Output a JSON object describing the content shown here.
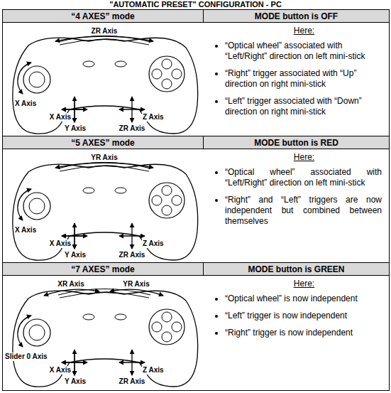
{
  "diagram": {
    "title": "\"AUTOMATIC PRESET\" CONFIGURATION - PC",
    "nodes": [
      {
        "text": [
          "“4 AXES” mode"
        ]
      },
      {
        "text": [
          "MODE button is OFF"
        ]
      },
      {
        "text": [
          "Here:",
          "“Optical wheel” associated with “Left/Right” direction on left mini-stick",
          "“Right” trigger associated with “Up” direction on right mini-stick",
          "“Left” trigger associated with “Down” direction on right mini-stick"
        ]
      },
      {
        "text": [
          "“5 AXES” mode"
        ]
      },
      {
        "text": [
          "MODE button is RED"
        ]
      },
      {
        "text": [
          "Here:",
          "“Optical wheel” associated with “Left/Right” direction on left mini-stick",
          "“Right” and “Left” triggers are now independent but combined between themselves"
        ]
      },
      {
        "text": [
          "“7 AXES” mode"
        ]
      },
      {
        "text": [
          "MODE button is GREEN"
        ]
      },
      {
        "text": [
          "Here:",
          "“Optical wheel” is now independent",
          "“Left” trigger is now independent",
          "“Right” trigger is now independent"
        ]
      }
    ],
    "labels": [
      "ZR Axis",
      "X Axis",
      "X Axis",
      "Y Axis",
      "ZR Axis",
      "Z Axis",
      "YR Axis",
      "X Axis",
      "X Axis",
      "Y Axis",
      "ZR Axis",
      "Z Axis",
      "XR Axis",
      "YR Axis",
      "Slider 0 Axis",
      "X Axis",
      "Y Axis",
      "ZR Axis",
      "Z Axis"
    ]
  }
}
